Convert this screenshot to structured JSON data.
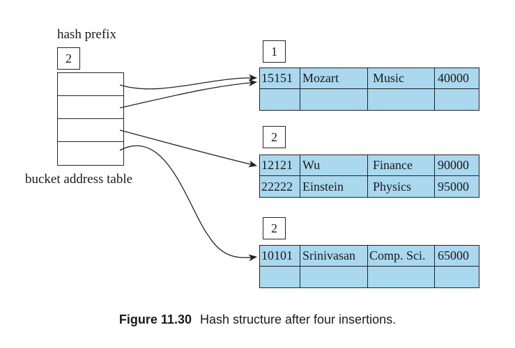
{
  "labels": {
    "hash_prefix": "hash prefix",
    "global_prefix": "2",
    "bucket_address_table": "bucket address table"
  },
  "buckets": [
    {
      "local_prefix": "1",
      "records": [
        [
          "15151",
          "Mozart",
          "Music",
          "40000"
        ],
        [
          "",
          "",
          "",
          ""
        ]
      ]
    },
    {
      "local_prefix": "2",
      "records": [
        [
          "12121",
          "Wu",
          "Finance",
          "90000"
        ],
        [
          "22222",
          "Einstein",
          "Physics",
          "95000"
        ]
      ]
    },
    {
      "local_prefix": "2",
      "records": [
        [
          "10101",
          "Srinivasan",
          "Comp. Sci.",
          "65000"
        ],
        [
          "",
          "",
          "",
          ""
        ]
      ]
    }
  ],
  "pointers": [
    {
      "from_entry": 0,
      "to_bucket": 0
    },
    {
      "from_entry": 1,
      "to_bucket": 0
    },
    {
      "from_entry": 2,
      "to_bucket": 1
    },
    {
      "from_entry": 3,
      "to_bucket": 2
    }
  ],
  "caption": {
    "figure_number": "Figure 11.30",
    "text": "Hash structure after four insertions."
  }
}
